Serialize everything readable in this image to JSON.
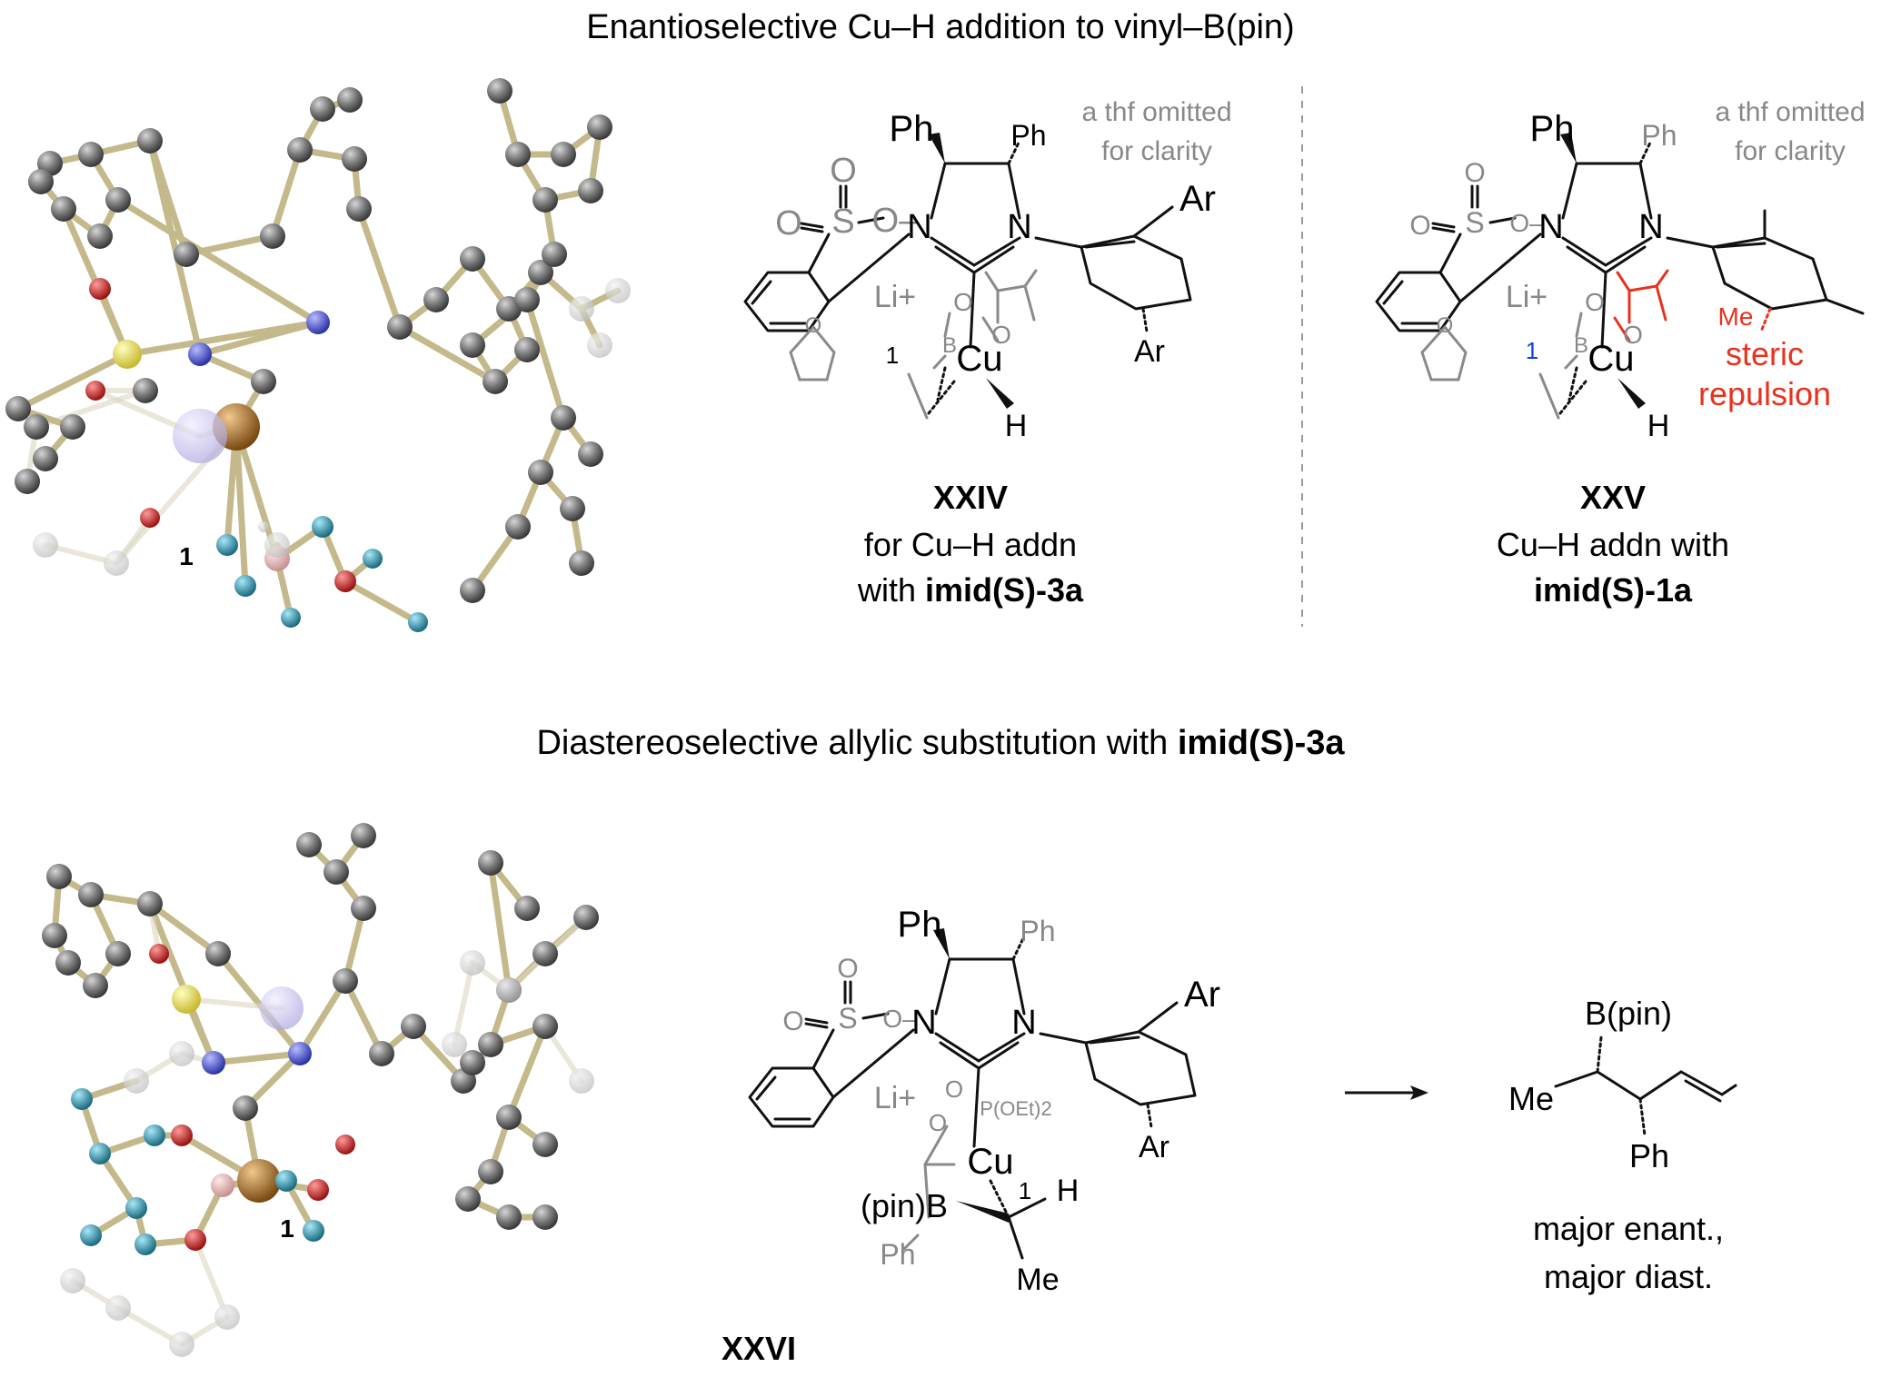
{
  "top": {
    "heading": "Enantioselective Cu–H addition to vinyl–B(pin)",
    "xxiv": {
      "ph_left": "Ph",
      "ph_right": "Ph",
      "note_line1": "a thf omitted",
      "note_line2": "for clarity",
      "n1": "N",
      "n2": "N",
      "sulfonyl_s": "S",
      "sulfonyl_o1": "O",
      "sulfonyl_o2": "O",
      "sulfonyl_o3": "O–",
      "li": "Li+",
      "b": "B",
      "o_top": "O",
      "o_right": "O",
      "cu": "Cu",
      "h": "H",
      "ar_top": "Ar",
      "ar_bottom": "Ar",
      "thf_o": "O",
      "carbon_label": "1",
      "caption_id": "XXIV",
      "caption_line1": "for Cu–H addn",
      "caption_line2_prefix": "with ",
      "caption_line2_bold": "imid(S)-3a"
    },
    "xxv": {
      "ph_left": "Ph",
      "ph_right": "Ph",
      "note_line1": "a thf omitted",
      "note_line2": "for clarity",
      "n1": "N",
      "n2": "N",
      "sulfonyl_s": "S",
      "sulfonyl_o1": "O",
      "sulfonyl_o2": "O",
      "sulfonyl_o3": "O–",
      "li": "Li+",
      "b": "B",
      "o_top": "O",
      "o_right": "O",
      "cu": "Cu",
      "h": "H",
      "me": "Me",
      "steric_line1": "steric",
      "steric_line2": "repulsion",
      "thf_o": "O",
      "carbon_label": "1",
      "caption_id": "XXV",
      "caption_line1": "Cu–H addn with",
      "caption_line2": "imid(S)-1a"
    },
    "model_atom_label": "1"
  },
  "bottom": {
    "heading_prefix": "Diastereoselective allylic substitution with ",
    "heading_bold": "imid(S)-3a",
    "xxvi": {
      "ph_left": "Ph",
      "ph_right": "Ph",
      "n1": "N",
      "n2": "N",
      "sulfonyl_s": "S",
      "sulfonyl_o1": "O",
      "sulfonyl_o2": "O",
      "sulfonyl_o3": "O–",
      "li": "Li+",
      "phosphate": "P(OEt)2",
      "po_o1": "O",
      "po_o2": "O",
      "cu": "Cu",
      "pinb": "(pin)B",
      "h": "H",
      "me": "Me",
      "ph_gray": "Ph",
      "carbon_label": "1",
      "ar_top": "Ar",
      "ar_bottom": "Ar",
      "caption_id": "XXVI"
    },
    "product": {
      "bpin": "B(pin)",
      "me": "Me",
      "ph": "Ph",
      "caption_line1": "major enant.,",
      "caption_line2": "major diast."
    },
    "model_atom_label": "1"
  },
  "colors": {
    "carbon": "#6e6e6e",
    "nitrogen": "#4a52c8",
    "oxygen": "#d03030",
    "sulfur": "#e8e070",
    "copper": "#b07a30",
    "boron": "#e0b0b0",
    "lithium": "#c8c0f0",
    "fluorine": "#3a9ab0",
    "bond": "#c4b98a",
    "steric": "#e8321e",
    "divider": "#999999"
  }
}
